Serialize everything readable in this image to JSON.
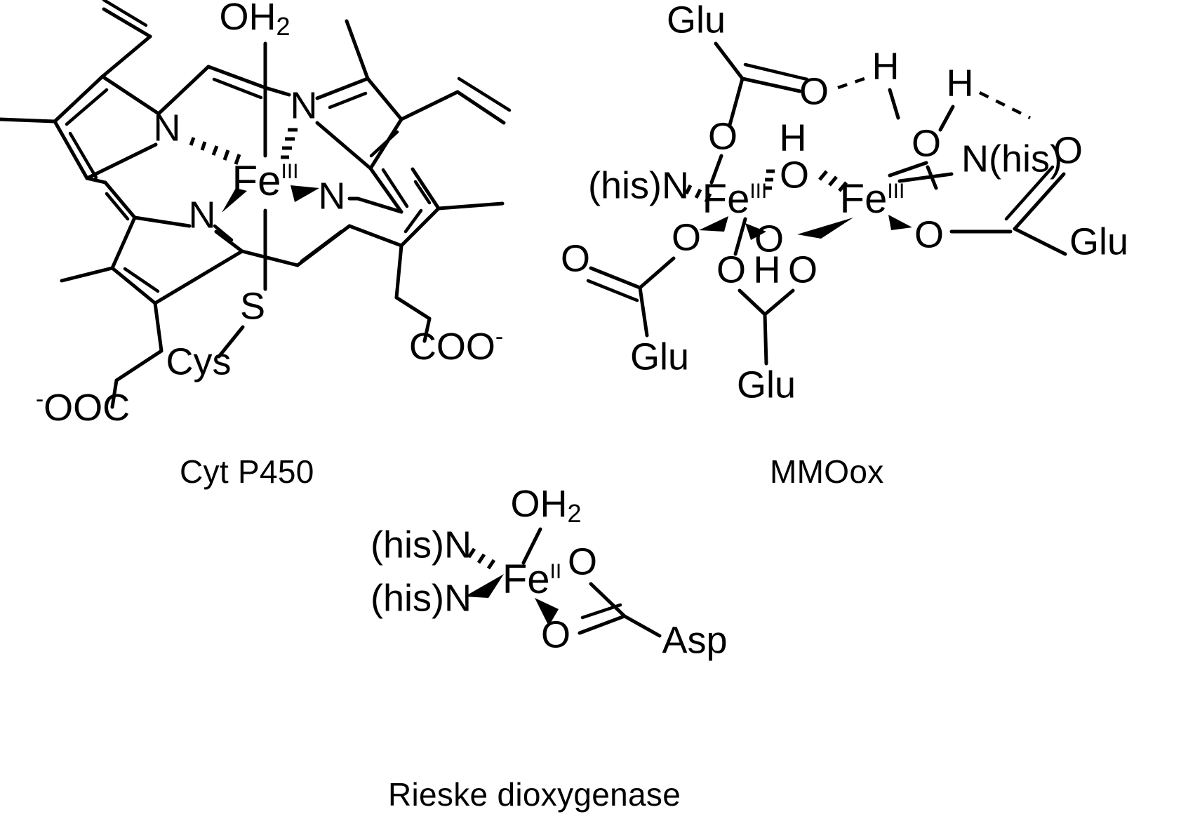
{
  "figure": {
    "background_color": "#ffffff",
    "line_color": "#000000",
    "panels": [
      {
        "id": "cyt-p450",
        "caption": "Cyt P450",
        "metal_label": "Fe",
        "oxidation_state": "III",
        "axial_top_ligand": "OH",
        "axial_top_subscript": "2",
        "axial_bottom_ligand": "S",
        "axial_bottom_residue": "Cys",
        "core_nitrogens": [
          "N",
          "N",
          "N",
          "N"
        ],
        "propionate_left": "-OOC",
        "propionate_right": "COO-",
        "propionate_left_charge": "-",
        "propionate_right_charge": "-",
        "substituents": [
          "vinyl",
          "vinyl",
          "methyl",
          "methyl",
          "methyl",
          "methyl"
        ]
      },
      {
        "id": "mmoox",
        "caption": "MMOox",
        "metal_left_label": "Fe",
        "metal_left_oxidation": "III",
        "metal_right_label": "Fe",
        "metal_right_oxidation": "III",
        "bridging_hydroxide_top": "O",
        "bridging_hydroxide_top_h": "H",
        "bridging_hydroxide_bottom": "O",
        "bridging_hydroxide_bottom_h": "H",
        "water_h": "H",
        "water_o": "O",
        "terminal_water_h": "H",
        "terminal_water_o": "O",
        "his_left": "(his)N",
        "his_right": "N(his)",
        "glu_labels": [
          "Glu",
          "Glu",
          "Glu",
          "Glu"
        ],
        "oxygens": [
          "O",
          "O",
          "O",
          "O",
          "O",
          "O",
          "O",
          "O"
        ],
        "bridging_glu_h": "H"
      },
      {
        "id": "rieske-dioxygenase",
        "caption": "Rieske dioxygenase",
        "metal_label": "Fe",
        "oxidation_state": "II",
        "water_ligand": "OH",
        "water_subscript": "2",
        "his_upper": "(his)N",
        "his_lower": "(his)N",
        "carboxylate_o_upper": "O",
        "carboxylate_o_lower": "O",
        "residue": "Asp"
      }
    ]
  },
  "captions": {
    "cyt_p450": "Cyt P450",
    "mmoox": "MMOox",
    "rieske": "Rieske dioxygenase"
  },
  "labels": {
    "fe": "Fe",
    "n": "N",
    "o": "O",
    "h": "H",
    "s": "S",
    "cys": "Cys",
    "asp": "Asp",
    "glu": "Glu",
    "his_left": "(his)N",
    "his_right": "N(his)",
    "oh": "OH",
    "two": "2",
    "three": "III",
    "ii": "II",
    "coo_right": "COO",
    "ooc_left": "OOC",
    "minus": "-"
  }
}
